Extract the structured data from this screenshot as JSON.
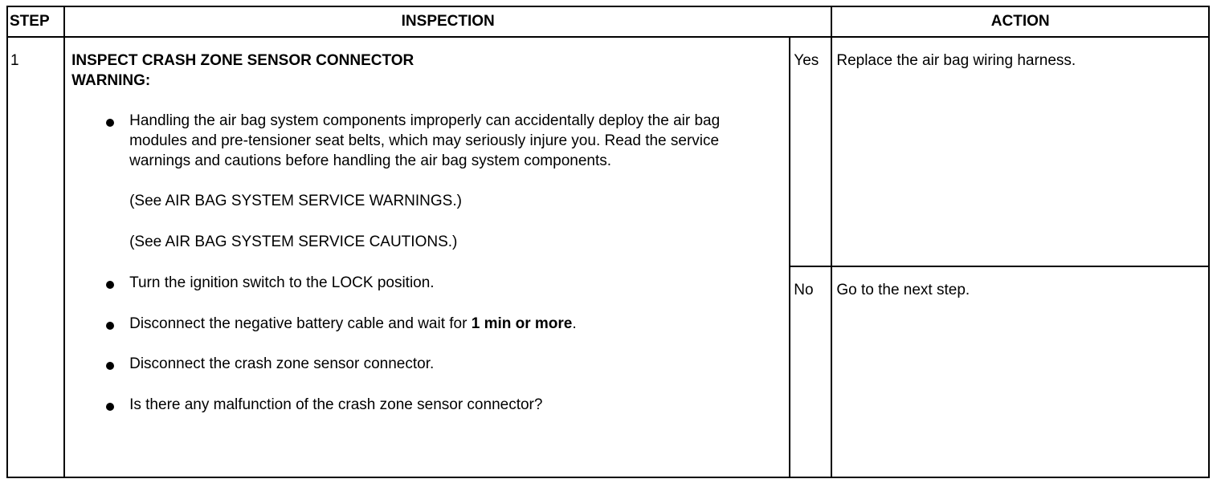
{
  "headers": {
    "step": "STEP",
    "inspection": "INSPECTION",
    "action": "ACTION"
  },
  "step": {
    "number": "1",
    "title": "INSPECT CRASH ZONE SENSOR CONNECTOR",
    "warning_label": "WARNING:",
    "warning_text": "Handling the air bag system components improperly can accidentally deploy the air bag modules and pre-tensioner seat belts, which may seriously injure you. Read the service warnings and cautions before handling the air bag system components.",
    "see_warnings": "(See AIR BAG SYSTEM SERVICE WARNINGS.)",
    "see_cautions": "(See AIR BAG SYSTEM SERVICE CAUTIONS.)",
    "bullet_ignition": "Turn the ignition switch to the LOCK position.",
    "bullet_battery_pre": "Disconnect the negative battery cable and wait for ",
    "bullet_battery_bold": "1 min or more",
    "bullet_battery_post": ".",
    "bullet_disconnect": "Disconnect the crash zone sensor connector.",
    "bullet_question": "Is there any malfunction of the crash zone sensor connector?"
  },
  "actions": {
    "yes_label": "Yes",
    "yes_action": "Replace the air bag wiring harness.",
    "no_label": "No",
    "no_action": "Go to the next step."
  }
}
